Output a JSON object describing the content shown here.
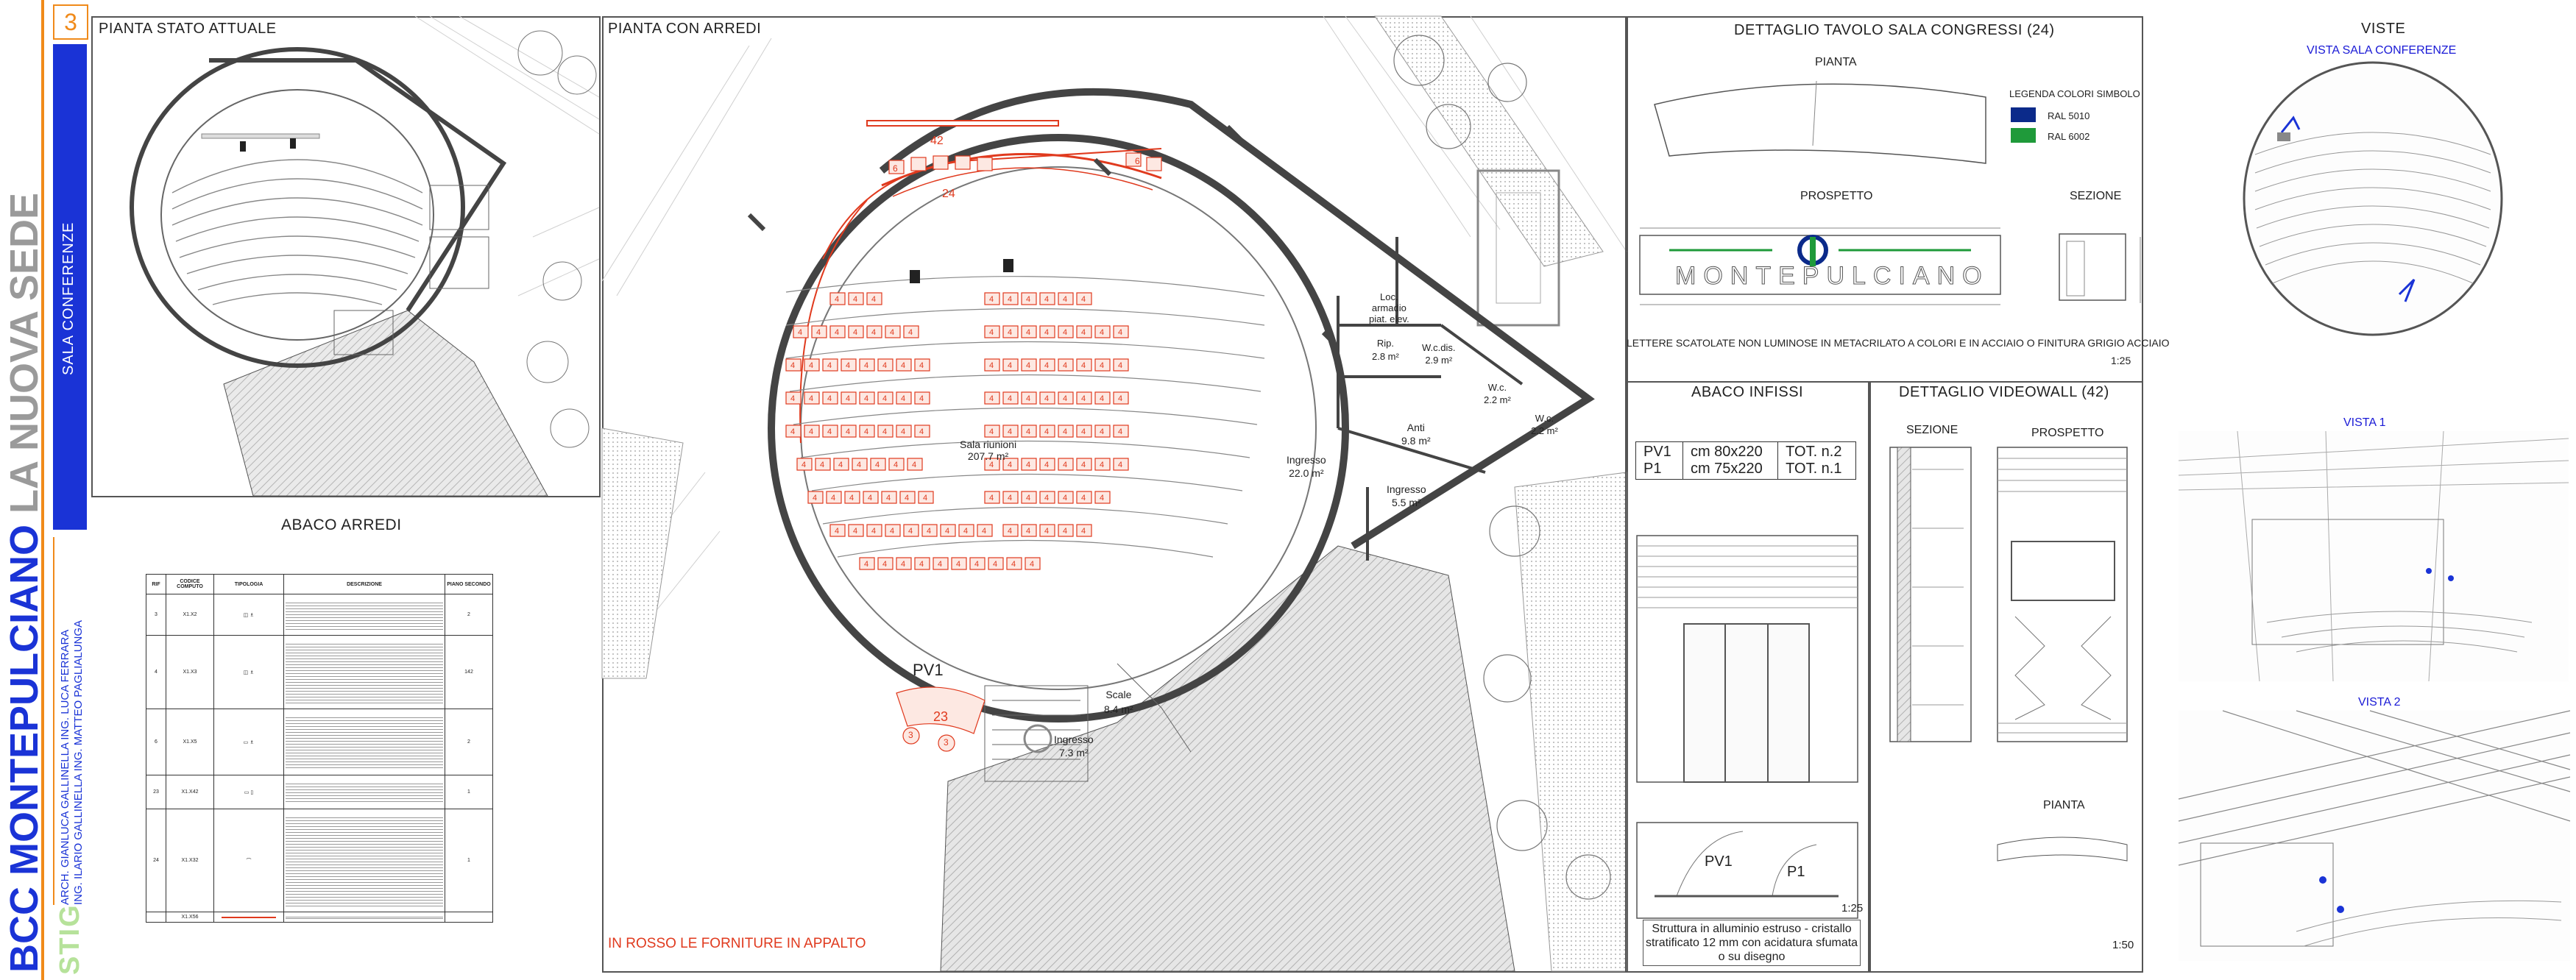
{
  "sidebar": {
    "sheet_number": "3",
    "brand_bcc": "BCC",
    "brand_city": "MONTEPULCIANO",
    "brand_rest": "LA NUOVA SEDE",
    "section_label": "SALA CONFERENZE",
    "designer_1": "ARCH. GIANLUCA GALLINELLA  ING. LUCA FERRARA",
    "designer_2": "ING. ILARIO GALLINELLA   ING. MATTEO PAGLIALUNGA",
    "logo": "STIG"
  },
  "panels": {
    "pianta_stato_attuale": "PIANTA STATO ATTUALE",
    "abaco_arredi": "ABACO ARREDI",
    "pianta_con_arredi": "PIANTA CON ARREDI",
    "note_rosso": "IN ROSSO LE FORNITURE IN APPALTO",
    "dettaglio_tavolo": "DETTAGLIO TAVOLO SALA CONGRESSI  (24)",
    "pianta": "PIANTA",
    "prospetto": "PROSPETTO",
    "sezione": "SEZIONE",
    "legenda": "LEGENDA COLORI SIMBOLO",
    "ral_1": "RAL 5010",
    "ral_2": "RAL 6002",
    "lettering": "MONTEPULCIANO",
    "lettere_note": "LETTERE SCATOLATE NON LUMINOSE IN METACRILATO A COLORI E IN ACCIAIO O FINITURA GRIGIO ACCIAIO",
    "scale_125_a": "1:25",
    "abaco_infissi": "ABACO INFISSI",
    "dettaglio_videowall": "DETTAGLIO VIDEOWALL  (42)",
    "vw_sezione": "SEZIONE",
    "vw_prospetto": "PROSPETTO",
    "vw_pianta": "PIANTA",
    "scale_150": "1:50",
    "scale_125_b": "1:25",
    "infissi_note": "Struttura in alluminio estruso - cristallo stratificato 12 mm con acidatura sfumata o su disegno",
    "pv1_label": "PV1",
    "p1_label": "P1",
    "viste": "VISTE",
    "vista_sala": "VISTA SALA CONFERENZE",
    "vista_1": "VISTA 1",
    "vista_2": "VISTA 2"
  },
  "infissi": [
    {
      "code": "PV1",
      "size": "cm 80x220",
      "tot": "TOT. n.2"
    },
    {
      "code": "P1",
      "size": "cm 75x220",
      "tot": "TOT. n.1"
    }
  ],
  "abaco_table": {
    "headers": [
      "RIF",
      "CODICE COMPUTO",
      "TIPOLOGIA",
      "DESCRIZIONE",
      "PIANO SECONDO"
    ],
    "rows": [
      {
        "rif": "3",
        "code": "X1.X2",
        "qty": "2"
      },
      {
        "rif": "4",
        "code": "X1.X3",
        "qty": "142"
      },
      {
        "rif": "6",
        "code": "X1.X5",
        "qty": "2"
      },
      {
        "rif": "23",
        "code": "X1.X42",
        "qty": "1"
      },
      {
        "rif": "24",
        "code": "X1.X32",
        "qty": "1"
      },
      {
        "rif": "",
        "code": "X1.X56",
        "qty": ""
      }
    ]
  },
  "rooms": {
    "sala": "Sala riunioni",
    "sala_area": "207.7 m²",
    "ingresso1": "Ingresso",
    "ingresso1_area": "22.0 m²",
    "ingresso2": "Ingresso",
    "ingresso2_area": "5.5 m²",
    "ingresso3": "Ingresso",
    "ingresso3_area": "7.3 m²",
    "anti": "Anti",
    "anti_area": "9.8 m²",
    "rip": "Rip.",
    "rip_area": "2.8 m²",
    "wc_dis": "W.c.dis.",
    "wc_dis_area": "2.9 m²",
    "wc1": "W.c.",
    "wc1_area": "2.2 m²",
    "wc2": "W.c.",
    "wc2_area": "2.2 m²",
    "locale": "Loc.",
    "locale2": "armadio",
    "locale3": "piat. elev.",
    "scale": "Scale",
    "scale_area": "8.4 m²",
    "pv1": "PV1"
  },
  "tags": {
    "t42": "42",
    "t24": "24",
    "t23": "23",
    "t6": "6",
    "t4": "4",
    "t3": "3"
  },
  "colors": {
    "brand_blue": "#1a33d6",
    "brand_orange": "#f08a1a",
    "gray_text": "#9a9a9a",
    "red_furniture": "#e03a1e",
    "ral_5010": "#0b2a8a",
    "ral_6002": "#1f9a3a"
  }
}
